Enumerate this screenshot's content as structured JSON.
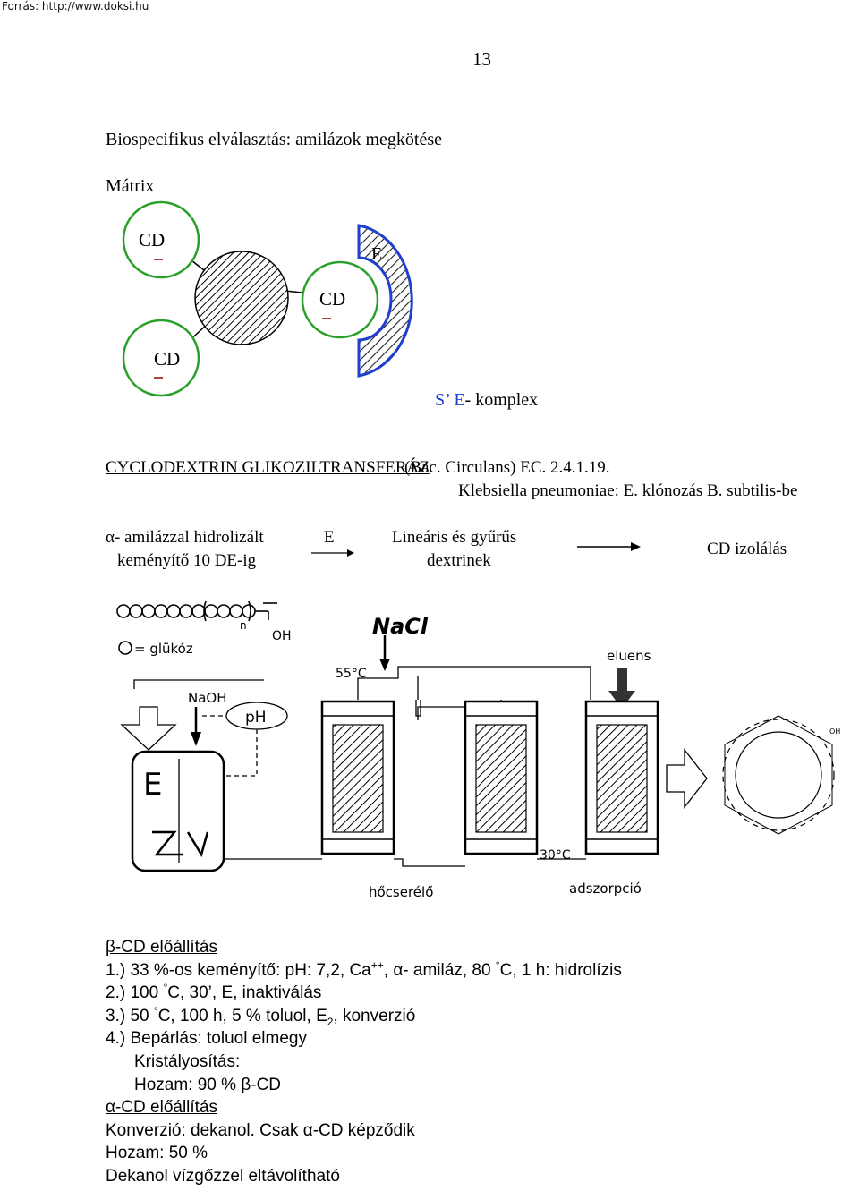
{
  "source": "Forrás: http://www.doksi.hu",
  "page_number": "13",
  "heading": "Biospecifikus elválasztás: amilázok megkötése",
  "matrix_label": "Mátrix",
  "diagram1": {
    "cd_labels": [
      "CD",
      "CD",
      "CD"
    ],
    "enzyme_label": "E",
    "complex_s": "S’",
    "complex_e": "E",
    "complex_rest": "- komplex",
    "colors": {
      "enzyme_outline": "#1f3fd0",
      "circle_outline": "#2aa02a",
      "ligand": "#b04040"
    }
  },
  "enzyme": {
    "name": "CYCLODEXTRIN GLIKOZILTRANSFERÁZ",
    "source1": "(Bac. Circulans)  EC. 2.4.1.19.",
    "source2": "Klebsiella pneumoniae: E. klónozás B. subtilis-be"
  },
  "scheme": {
    "step1_line1": "α- amilázzal hidrolizált",
    "step1_line2": "keményítő 10 DE-ig",
    "arrow_label": "E",
    "step2_line1": "Lineáris és gyűrűs",
    "step2_line2": "dextrinek",
    "step3": "CD izolálás"
  },
  "figure": {
    "chain_n": "n",
    "chain_oh": "OH",
    "legend": "= glükóz",
    "nacl": "NaCl",
    "temp1": "55°C",
    "naoh": "NaOH",
    "ph": "pH",
    "eluens": "eluens",
    "reactor_e": "E",
    "temp2": "30°C",
    "hocserelo": "hőcserélő",
    "adszorpcio": "adszorpció"
  },
  "beta": {
    "title": "β-CD előállítás",
    "l1a": "1.) 33 %-os keményítő: pH: 7,2, Ca",
    "l1sup": "++",
    "l1b": ", α- amiláz, 80",
    "l1deg": "°",
    "l1c": "C, 1 h: hidrolízis",
    "l2a": "2.) 100",
    "l2deg": "°",
    "l2b": "C, 30’, E, inaktiválás",
    "l3a": "3.) 50",
    "l3deg": "°",
    "l3b": "C, 100 h, 5 % toluol, E",
    "l3sub": "2",
    "l3c": ", konverzió",
    "l4": "4.) Bepárlás: toluol elmegy",
    "l5": "Kristályosítás:",
    "l6": "Hozam: 90 % β-CD"
  },
  "alpha": {
    "title": "α-CD előállítás",
    "l1": "Konverzió: dekanol. Csak α-CD képződik",
    "l2": "Hozam: 50 %",
    "l3": "Dekanol vízgőzzel eltávolítható"
  }
}
